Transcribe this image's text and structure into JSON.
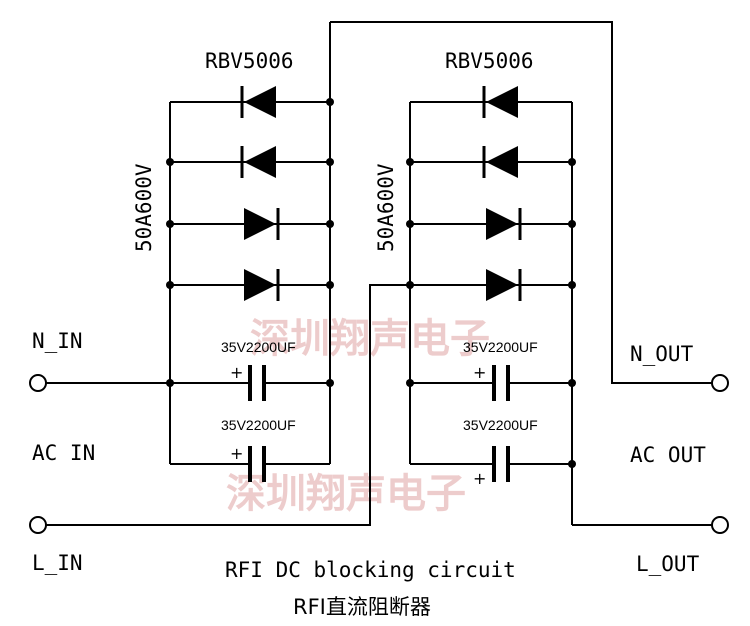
{
  "labels": {
    "bridge_left_part": "RBV5006",
    "bridge_right_part": "RBV5006",
    "bridge_left_rating": "50A600V",
    "bridge_right_rating": "50A600V",
    "cap_left_top": "35V2200UF",
    "cap_left_bottom": "35V2200UF",
    "cap_right_top": "35V2200UF",
    "cap_right_bottom": "35V2200UF",
    "n_in": "N_IN",
    "ac_in": "AC IN",
    "l_in": "L_IN",
    "n_out": "N_OUT",
    "ac_out": "AC OUT",
    "l_out": "L_OUT",
    "caption_en": "RFI DC blocking circuit",
    "caption_cn": "RFI直流阻断器",
    "watermark_1": "深圳翔声电子",
    "watermark_2": "深圳翔声电子"
  }
}
